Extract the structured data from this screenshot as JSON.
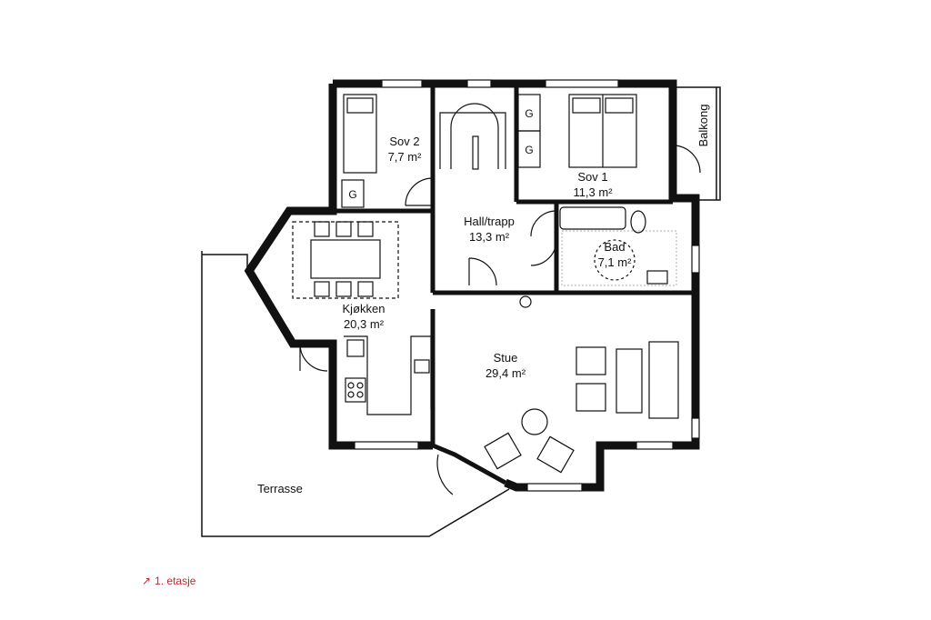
{
  "rooms": {
    "sov2": {
      "name": "Sov 2",
      "area": "7,7 m²"
    },
    "sov1": {
      "name": "Sov 1",
      "area": "11,3 m²"
    },
    "hall": {
      "name": "Hall/trapp",
      "area": "13,3 m²"
    },
    "bad": {
      "name": "Bad",
      "area": "7,1 m²"
    },
    "kjokken": {
      "name": "Kjøkken",
      "area": "20,3 m²"
    },
    "stue": {
      "name": "Stue",
      "area": "29,4 m²"
    },
    "terrasse": {
      "name": "Terrasse"
    },
    "balkong": {
      "name": "Balkong"
    }
  },
  "wardrobe_label": "G",
  "floor": {
    "label": "1. etasje",
    "color": "#d0202e",
    "icon": "arrow-up-right-icon"
  },
  "colors": {
    "wall": "#111111",
    "tile": "#bdbdbd"
  }
}
